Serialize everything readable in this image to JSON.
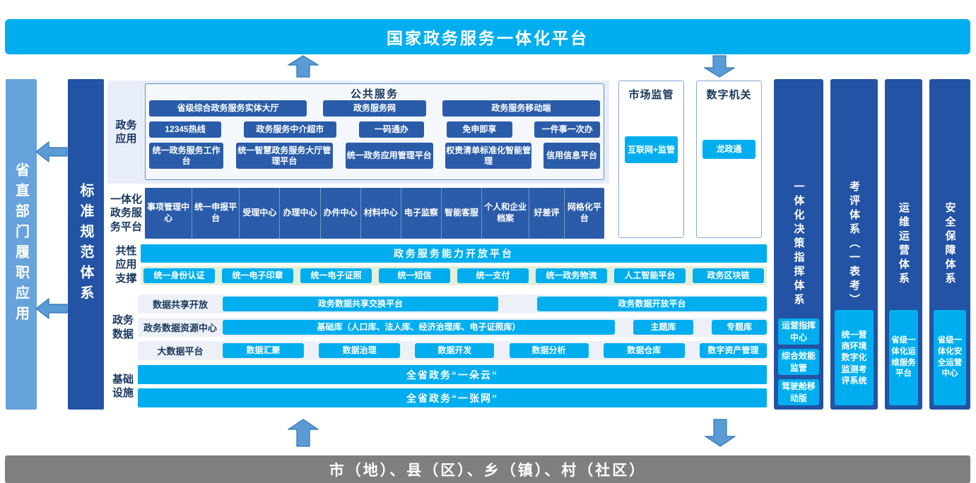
{
  "banners": {
    "top": "国家政务服务一体化平台",
    "bottom": "市（地）、县（区）、乡（镇）、村（社区）"
  },
  "left": {
    "duty": "省直部门履职应用",
    "standards": "标准规范体系"
  },
  "app": {
    "label": "政务应用",
    "public": {
      "title": "公共服务",
      "row1": [
        "省级综合政务服务实体大厅",
        "政务服务网",
        "政务服务移动端"
      ],
      "row2": [
        "12345热线",
        "政务服务中介超市",
        "一码通办",
        "免申即享",
        "一件事一次办"
      ],
      "row3": [
        "统一政务服务工作台",
        "统一智慧政务服务大厅管理平台",
        "统一政务应用管理平台",
        "权责清单标准化智能管理",
        "信用信息平台"
      ]
    },
    "market": {
      "title": "市场监管",
      "item": "互联网+监管"
    },
    "digital": {
      "title": "数字机关",
      "item": "龙政通"
    }
  },
  "platform": {
    "label": "一体化政务服务平台",
    "items": [
      "事项管理中心",
      "统一申报平台",
      "受理中心",
      "办理中心",
      "办件中心",
      "材料中心",
      "电子监察",
      "智能客服",
      "个人和企业档案",
      "好差评",
      "网格化平台"
    ]
  },
  "common": {
    "label": "共性应用支撑",
    "open_platform": "政务服务能力开放平台",
    "items": [
      "统一身份认证",
      "统一电子印章",
      "统一电子证照",
      "统一短信",
      "统一支付",
      "统一政务物流",
      "人工智能平台",
      "政务区块链"
    ]
  },
  "data_section": {
    "label": "政务数据",
    "share": {
      "label": "数据共享开放",
      "items": [
        "政务数据共享交换平台",
        "政务数据开放平台"
      ]
    },
    "resource": {
      "label": "政务数据资源中心",
      "items": [
        "基础库（人口库、法人库、经济治理库、电子证照库）",
        "主题库",
        "专题库"
      ]
    },
    "bigdata": {
      "label": "大数据平台",
      "items": [
        "数据汇聚",
        "数据治理",
        "数据开发",
        "数据分析",
        "数据仓库",
        "数字资产管理"
      ]
    }
  },
  "infra": {
    "label": "基础设施",
    "items": [
      "全省政务“一朵云”",
      "全省政务“一张网”"
    ]
  },
  "right": [
    {
      "title": "一体化决策指挥体系",
      "items": [
        "运营指挥中心",
        "综合效能监管",
        "驾驶舱移动版"
      ]
    },
    {
      "title": "考评体系（一表考）",
      "items": [
        "统一营商环境数字化监测考评系统"
      ]
    },
    {
      "title": "运维运营体系",
      "items": [
        "省级一体化运维服务平台"
      ]
    },
    {
      "title": "安全保障体系",
      "items": [
        "省级一体化安全运营中心"
      ]
    }
  ],
  "colors": {
    "cyan": "#00aeef",
    "dark_blue": "#2a5caa",
    "column_blue": "#2353a4",
    "light_blue": "#66a3dc",
    "navy_text": "#17365d",
    "gray_banner": "#7f7f7f",
    "green_strip": "#e2efd9",
    "arrow_blue": "#5b9bd5"
  }
}
